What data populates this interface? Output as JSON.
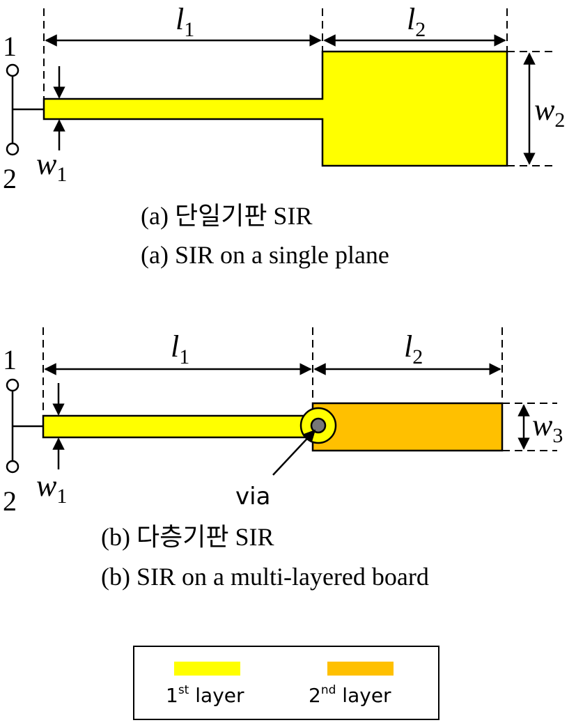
{
  "colors": {
    "layer1": "#ffff00",
    "layer2": "#ffc000",
    "line": "#000000",
    "via_inner": "#777777"
  },
  "panel_a": {
    "port_top": "1",
    "port_bottom": "2",
    "l1": {
      "var": "l",
      "sub": "1"
    },
    "l2": {
      "var": "l",
      "sub": "2"
    },
    "w1": {
      "var": "w",
      "sub": "1"
    },
    "w2": {
      "var": "w",
      "sub": "2"
    },
    "caption_kr": "(a)  단일기판 SIR",
    "caption_en": "(a)  SIR on a single plane"
  },
  "panel_b": {
    "port_top": "1",
    "port_bottom": "2",
    "l1": {
      "var": "l",
      "sub": "1"
    },
    "l2": {
      "var": "l",
      "sub": "2"
    },
    "w1": {
      "var": "w",
      "sub": "1"
    },
    "w3": {
      "var": "w",
      "sub": "3"
    },
    "via_label": "via",
    "caption_kr": "(b)  다층기판 SIR",
    "caption_en": "(b)  SIR on a multi-layered board"
  },
  "legend": {
    "layer1_num": "1",
    "layer1_sup": "st",
    "layer1_text": " layer",
    "layer2_num": "2",
    "layer2_sup": "nd",
    "layer2_text": "  layer"
  }
}
